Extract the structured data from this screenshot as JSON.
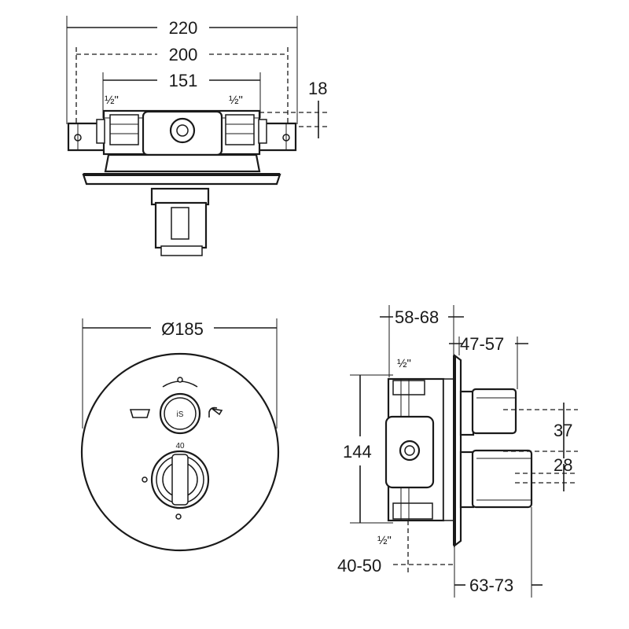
{
  "top_view": {
    "dim_overall_width": "220",
    "dim_bracket_holes": "200",
    "dim_inlet_spacing": "151",
    "dim_hole_offset": "18",
    "inlet_left_label": "½\"",
    "inlet_right_label": "½\""
  },
  "front_view": {
    "dim_plate_diameter": "Ø185",
    "temperature_mark": "40"
  },
  "side_view": {
    "dim_body_depth": "58-68",
    "dim_handle_projection": "47-57",
    "dim_body_height": "144",
    "dim_upper_outlet_offset": "37",
    "dim_lower_outlet_offset": "28",
    "dim_wall_depth": "40-50",
    "dim_total_projection": "63-73",
    "inlet_top_label": "½\"",
    "inlet_bottom_label": "½\""
  },
  "icons": {
    "brand_logo": "ideal-standard-logo",
    "bath_outlet": "bath-icon",
    "shower_outlet": "shower-icon"
  }
}
